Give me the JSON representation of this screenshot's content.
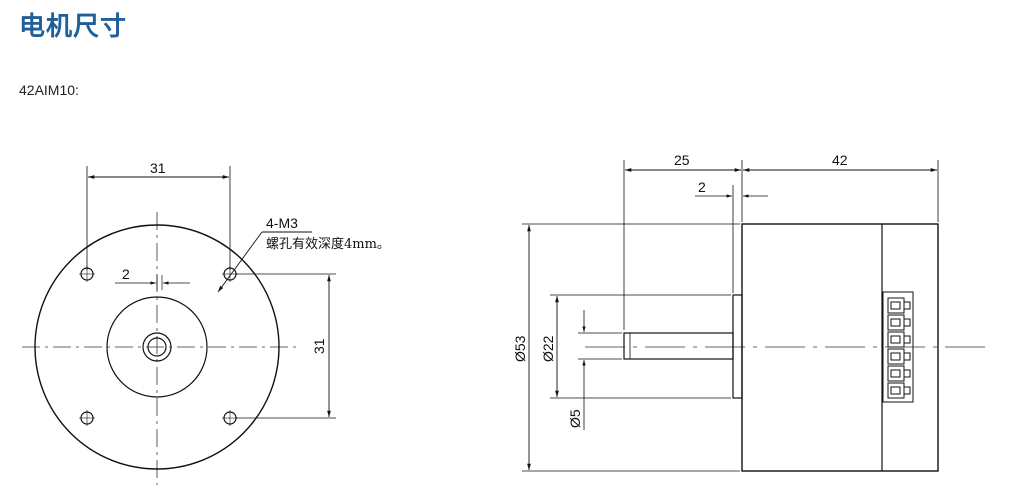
{
  "header": {
    "title": "电机尺寸",
    "model_label": "42AIM10:"
  },
  "drawing": {
    "front_view": {
      "hole_spacing_horizontal": "31",
      "hole_spacing_vertical": "31",
      "shaft_offset": "2",
      "hole_spec": "4-M3",
      "hole_note": "螺孔有效深度4mm。"
    },
    "side_view": {
      "shaft_length": "25",
      "boss_length": "2",
      "body_length": "42",
      "body_diameter": "Ø53",
      "boss_diameter": "Ø22",
      "shaft_diameter": "Ø5"
    }
  }
}
